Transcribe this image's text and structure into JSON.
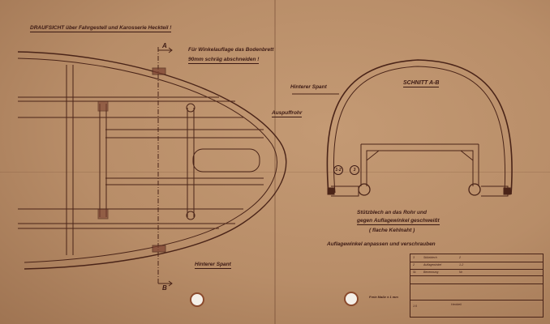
{
  "plan_view": {
    "title": "DRAUFSICHT über Fahrgestell und Karosserie Heckteil !",
    "note_line1": "Für Winkelauflage das Bodenbrett",
    "note_line2": "90mm schräg abschneiden !",
    "label_exhaust": "Auspuffrohr",
    "label_rear_frame": "Hinterer Spant",
    "section_mark_a": "A",
    "section_mark_b": "B"
  },
  "section_view": {
    "title": "SCHNITT A-B",
    "label_rear_frame": "Hinterer Spant",
    "callout_1": "1-2",
    "callout_2": "3",
    "note_weld_line1": "Stützblech an das Rohr und",
    "note_weld_line2": "gegen Auflagewinkel geschweißt",
    "note_weld_line3": "( flache Kehlnaht )",
    "note_fit": "Auflagewinkel anpassen und verschrauben"
  },
  "tolerance_note": "Freie Maße ± 1 mm",
  "title_block": {
    "rows": [
      {
        "pos": "3",
        "name": "Stützblech",
        "qty": "2"
      },
      {
        "pos": "2",
        "name": "Auflagewinkel",
        "qty": "1-2"
      },
      {
        "pos": "St.",
        "name": "Benennung",
        "qty": "Nr."
      }
    ],
    "drawing": "Heckteil",
    "scale": "1:5"
  },
  "colors": {
    "paper": "#b88d68",
    "ink": "#4a2418"
  }
}
